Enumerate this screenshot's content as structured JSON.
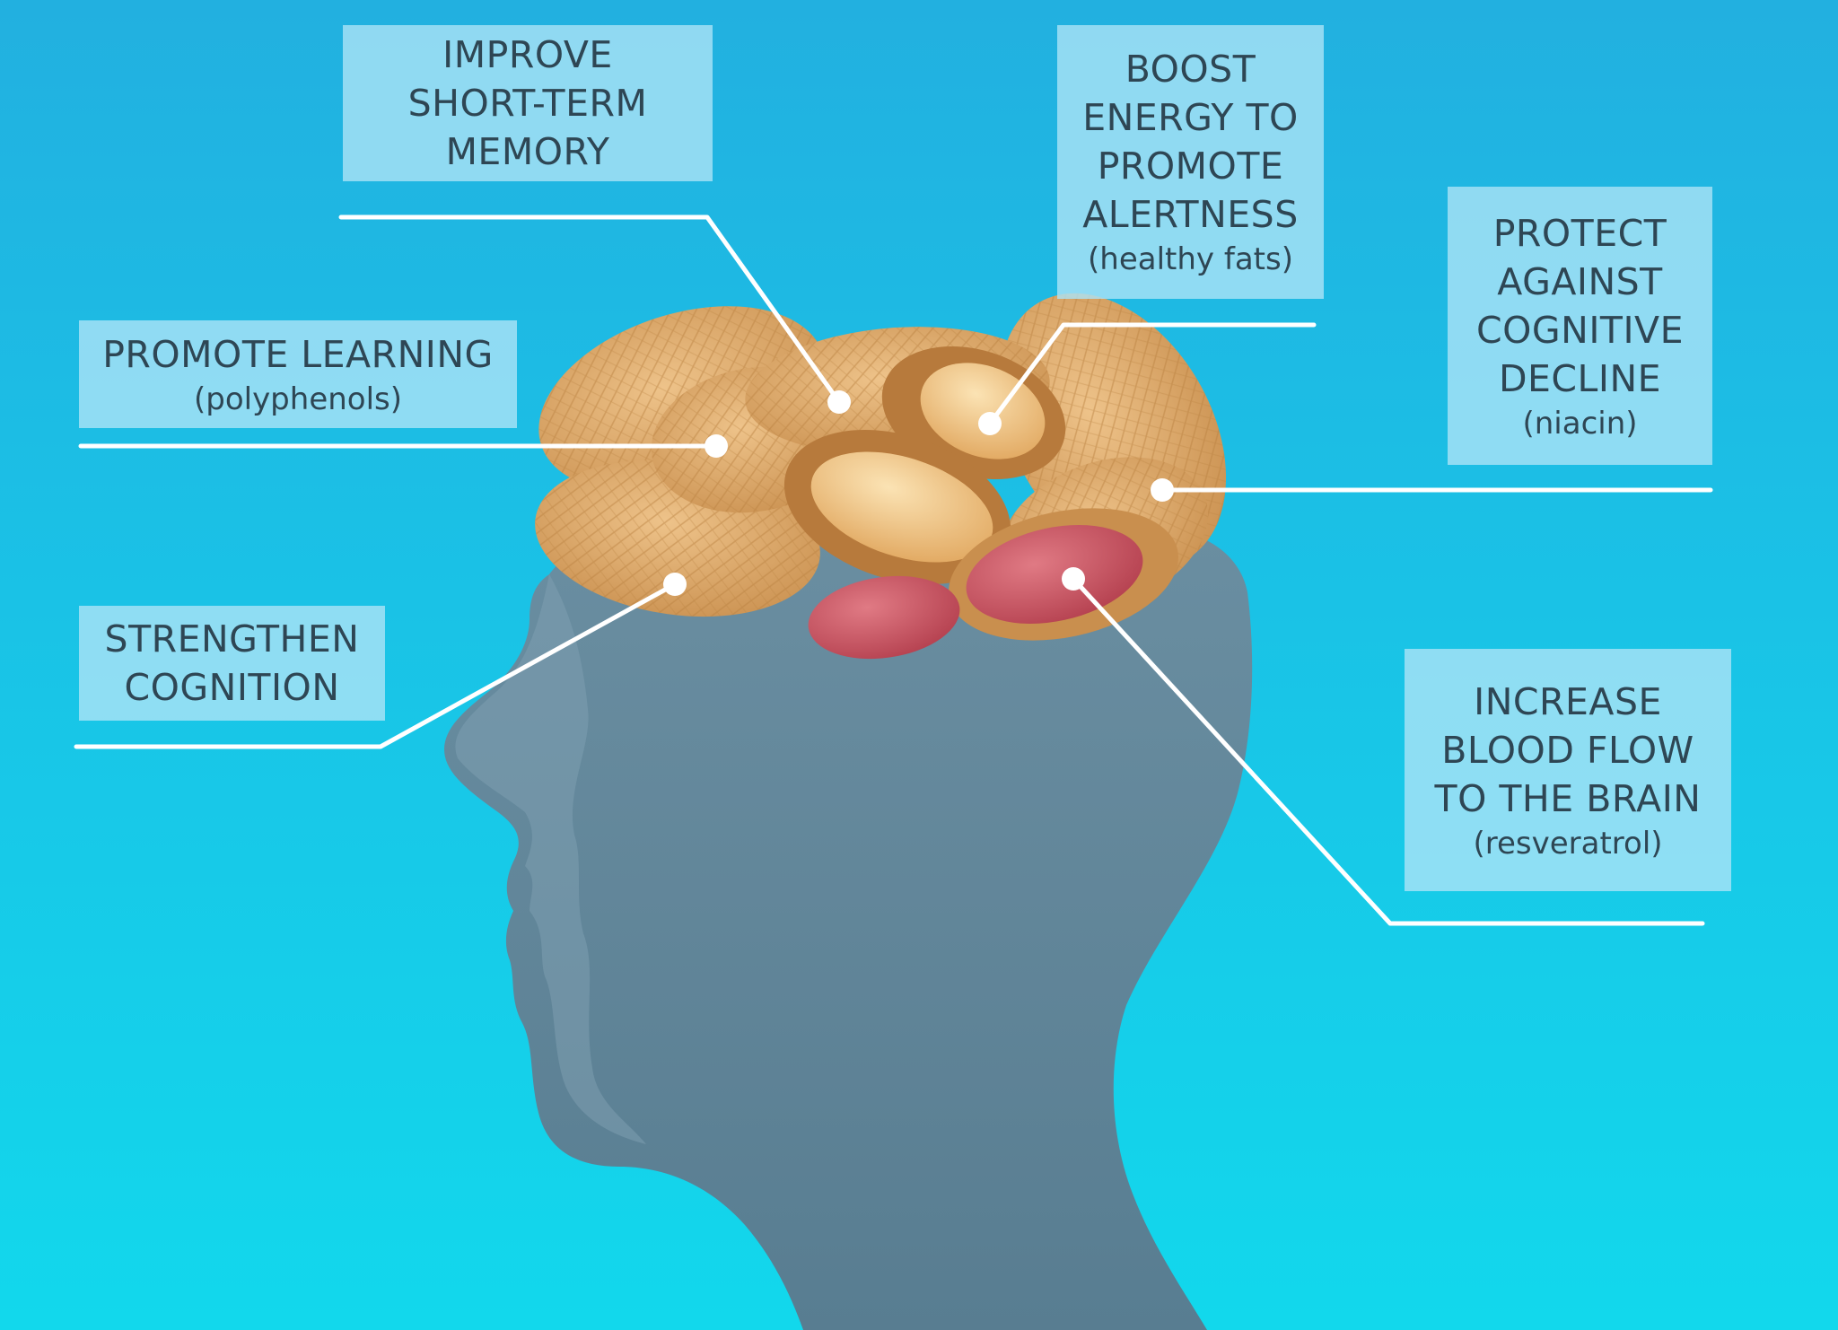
{
  "benefits": [
    {
      "title": "IMPROVE\nSHORT-TERM\nMEMORY",
      "sub": ""
    },
    {
      "title": "BOOST\nENERGY TO\nPROMOTE\nALERTNESS",
      "sub": "(healthy fats)"
    },
    {
      "title": "PROTECT\nAGAINST\nCOGNITIVE\nDECLINE",
      "sub": "(niacin)"
    },
    {
      "title": "PROMOTE LEARNING",
      "sub": "(polyphenols)"
    },
    {
      "title": "STRENGTHEN\nCOGNITION",
      "sub": ""
    },
    {
      "title": "INCREASE\nBLOOD FLOW\nTO THE BRAIN",
      "sub": "(resveratrol)"
    }
  ],
  "colors": {
    "background_top": "#22b0e0",
    "background_bottom": "#12d8ec",
    "head": "#5f8496",
    "label_box": "#ade4f6",
    "label_text": "#2e4654",
    "peanut_shell": "#d9a86a",
    "peanut_kernel": "#f0c48a",
    "peanut_skin": "#c94e5c",
    "connector": "#ffffff"
  }
}
